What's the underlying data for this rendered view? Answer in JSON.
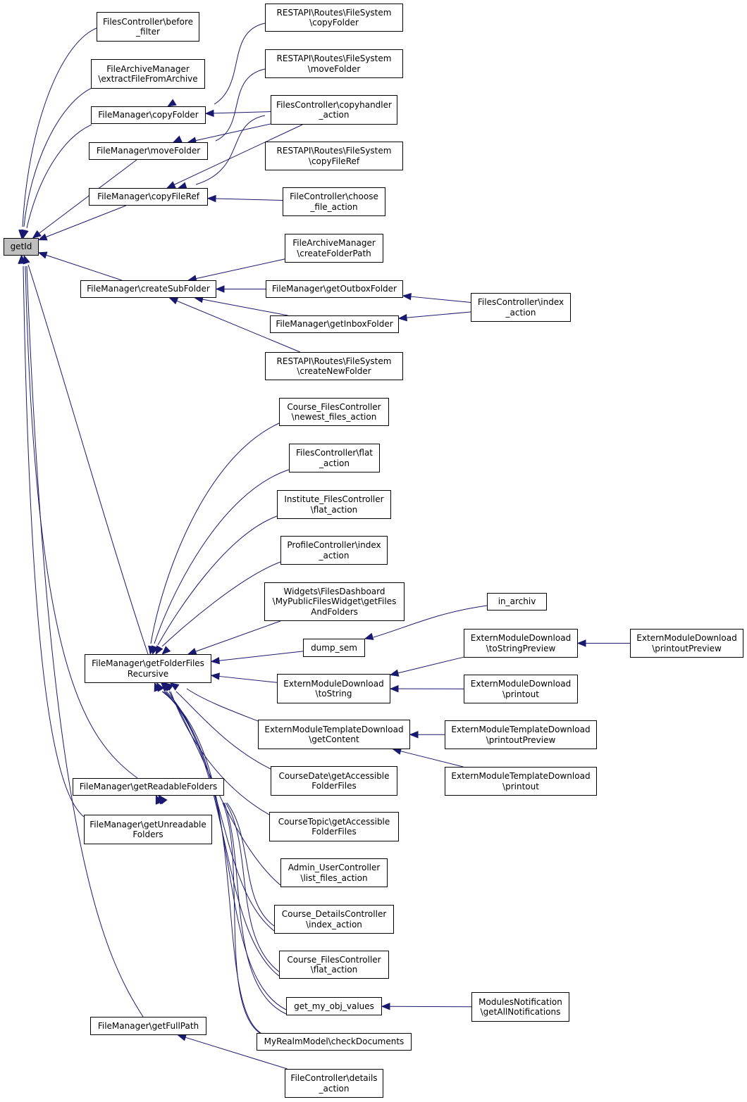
{
  "diagram": {
    "edge_color": "#191970",
    "nodes": [
      {
        "id": "getId",
        "lines": [
          "getId"
        ],
        "root": true
      },
      {
        "id": "fc_before",
        "lines": [
          "FilesController\\before",
          "_filter"
        ]
      },
      {
        "id": "fam_extract",
        "lines": [
          "FileArchiveManager",
          "\\extractFileFromArchive"
        ]
      },
      {
        "id": "fm_copyFolder",
        "lines": [
          "FileManager\\copyFolder"
        ]
      },
      {
        "id": "fm_moveFolder",
        "lines": [
          "FileManager\\moveFolder"
        ]
      },
      {
        "id": "fm_copyFileRef",
        "lines": [
          "FileManager\\copyFileRef"
        ]
      },
      {
        "id": "fm_createSubFolder",
        "lines": [
          "FileManager\\createSubFolder"
        ]
      },
      {
        "id": "fm_getFolderFilesRecursive",
        "lines": [
          "FileManager\\getFolderFiles",
          "Recursive"
        ]
      },
      {
        "id": "fm_getReadableFolders",
        "lines": [
          "FileManager\\getReadableFolders"
        ]
      },
      {
        "id": "fm_getUnreadableFolders",
        "lines": [
          "FileManager\\getUnreadable",
          "Folders"
        ]
      },
      {
        "id": "fm_getFullPath",
        "lines": [
          "FileManager\\getFullPath"
        ]
      },
      {
        "id": "rest_copyFolder",
        "lines": [
          "RESTAPI\\Routes\\FileSystem",
          "\\copyFolder"
        ]
      },
      {
        "id": "rest_moveFolder",
        "lines": [
          "RESTAPI\\Routes\\FileSystem",
          "\\moveFolder"
        ]
      },
      {
        "id": "fc_copyhandler",
        "lines": [
          "FilesController\\copyhandler",
          "_action"
        ]
      },
      {
        "id": "rest_copyFileRef",
        "lines": [
          "RESTAPI\\Routes\\FileSystem",
          "\\copyFileRef"
        ]
      },
      {
        "id": "filec_choose",
        "lines": [
          "FileController\\choose",
          "_file_action"
        ]
      },
      {
        "id": "fam_createFolderPath",
        "lines": [
          "FileArchiveManager",
          "\\createFolderPath"
        ]
      },
      {
        "id": "fm_getOutbox",
        "lines": [
          "FileManager\\getOutboxFolder"
        ]
      },
      {
        "id": "fm_getInbox",
        "lines": [
          "FileManager\\getInboxFolder"
        ]
      },
      {
        "id": "rest_createNewFolder",
        "lines": [
          "RESTAPI\\Routes\\FileSystem",
          "\\createNewFolder"
        ]
      },
      {
        "id": "fc_index",
        "lines": [
          "FilesController\\index",
          "_action"
        ]
      },
      {
        "id": "cfc_newest",
        "lines": [
          "Course_FilesController",
          "\\newest_files_action"
        ]
      },
      {
        "id": "fc_flat",
        "lines": [
          "FilesController\\flat",
          "_action"
        ]
      },
      {
        "id": "ifc_flat",
        "lines": [
          "Institute_FilesController",
          "\\flat_action"
        ]
      },
      {
        "id": "pc_index",
        "lines": [
          "ProfileController\\index",
          "_action"
        ]
      },
      {
        "id": "widgets",
        "lines": [
          "Widgets\\FilesDashboard",
          "\\MyPublicFilesWidget\\getFiles",
          "AndFolders"
        ]
      },
      {
        "id": "dump_sem",
        "lines": [
          "dump_sem"
        ]
      },
      {
        "id": "in_archiv",
        "lines": [
          "in_archiv"
        ]
      },
      {
        "id": "emd_toString",
        "lines": [
          "ExternModuleDownload",
          "\\toString"
        ]
      },
      {
        "id": "emd_toStringPreview",
        "lines": [
          "ExternModuleDownload",
          "\\toStringPreview"
        ]
      },
      {
        "id": "emd_printout",
        "lines": [
          "ExternModuleDownload",
          "\\printout"
        ]
      },
      {
        "id": "emd_printoutPreview",
        "lines": [
          "ExternModuleDownload",
          "\\printoutPreview"
        ]
      },
      {
        "id": "emtd_getContent",
        "lines": [
          "ExternModuleTemplateDownload",
          "\\getContent"
        ]
      },
      {
        "id": "emtd_printoutPreview",
        "lines": [
          "ExternModuleTemplateDownload",
          "\\printoutPreview"
        ]
      },
      {
        "id": "emtd_printout",
        "lines": [
          "ExternModuleTemplateDownload",
          "\\printout"
        ]
      },
      {
        "id": "cd_getAccessible",
        "lines": [
          "CourseDate\\getAccessible",
          "FolderFiles"
        ]
      },
      {
        "id": "ct_getAccessible",
        "lines": [
          "CourseTopic\\getAccessible",
          "FolderFiles"
        ]
      },
      {
        "id": "auc_list",
        "lines": [
          "Admin_UserController",
          "\\list_files_action"
        ]
      },
      {
        "id": "cdc_index",
        "lines": [
          "Course_DetailsController",
          "\\index_action"
        ]
      },
      {
        "id": "cfc_flat",
        "lines": [
          "Course_FilesController",
          "\\flat_action"
        ]
      },
      {
        "id": "get_my_obj",
        "lines": [
          "get_my_obj_values"
        ]
      },
      {
        "id": "mn_getAll",
        "lines": [
          "ModulesNotification",
          "\\getAllNotifications"
        ]
      },
      {
        "id": "mrm_check",
        "lines": [
          "MyRealmModel\\checkDocuments"
        ]
      },
      {
        "id": "filec_details",
        "lines": [
          "FileController\\details",
          "_action"
        ]
      }
    ],
    "edges": [
      [
        "fc_before",
        "getId"
      ],
      [
        "fam_extract",
        "getId"
      ],
      [
        "fm_copyFolder",
        "getId"
      ],
      [
        "fm_moveFolder",
        "getId"
      ],
      [
        "fm_copyFileRef",
        "getId"
      ],
      [
        "fm_createSubFolder",
        "getId"
      ],
      [
        "fm_getFolderFilesRecursive",
        "getId"
      ],
      [
        "fm_getReadableFolders",
        "getId"
      ],
      [
        "fm_getUnreadableFolders",
        "getId"
      ],
      [
        "fm_getFullPath",
        "getId"
      ],
      [
        "rest_copyFolder",
        "fm_copyFolder"
      ],
      [
        "fc_copyhandler",
        "fm_copyFolder"
      ],
      [
        "rest_moveFolder",
        "fm_moveFolder"
      ],
      [
        "fc_copyhandler",
        "fm_moveFolder"
      ],
      [
        "rest_copyFileRef",
        "fm_copyFileRef"
      ],
      [
        "filec_choose",
        "fm_copyFileRef"
      ],
      [
        "fc_copyhandler",
        "fm_copyFileRef"
      ],
      [
        "fam_createFolderPath",
        "fm_createSubFolder"
      ],
      [
        "fm_getOutbox",
        "fm_createSubFolder"
      ],
      [
        "fm_getInbox",
        "fm_createSubFolder"
      ],
      [
        "rest_createNewFolder",
        "fm_createSubFolder"
      ],
      [
        "fc_index",
        "fm_getOutbox"
      ],
      [
        "fc_index",
        "fm_getInbox"
      ],
      [
        "cfc_newest",
        "fm_getFolderFilesRecursive"
      ],
      [
        "fc_flat",
        "fm_getFolderFilesRecursive"
      ],
      [
        "ifc_flat",
        "fm_getFolderFilesRecursive"
      ],
      [
        "pc_index",
        "fm_getFolderFilesRecursive"
      ],
      [
        "widgets",
        "fm_getFolderFilesRecursive"
      ],
      [
        "dump_sem",
        "fm_getFolderFilesRecursive"
      ],
      [
        "emd_toString",
        "fm_getFolderFilesRecursive"
      ],
      [
        "emtd_getContent",
        "fm_getFolderFilesRecursive"
      ],
      [
        "cd_getAccessible",
        "fm_getFolderFilesRecursive"
      ],
      [
        "ct_getAccessible",
        "fm_getFolderFilesRecursive"
      ],
      [
        "auc_list",
        "fm_getFolderFilesRecursive"
      ],
      [
        "cdc_index",
        "fm_getFolderFilesRecursive"
      ],
      [
        "cfc_flat",
        "fm_getFolderFilesRecursive"
      ],
      [
        "get_my_obj",
        "fm_getFolderFilesRecursive"
      ],
      [
        "mrm_check",
        "fm_getFolderFilesRecursive"
      ],
      [
        "in_archiv",
        "dump_sem"
      ],
      [
        "emd_toStringPreview",
        "emd_toString"
      ],
      [
        "emd_printout",
        "emd_toString"
      ],
      [
        "emd_printoutPreview",
        "emd_toStringPreview"
      ],
      [
        "emtd_printoutPreview",
        "emtd_getContent"
      ],
      [
        "emtd_printout",
        "emtd_getContent"
      ],
      [
        "mn_getAll",
        "get_my_obj"
      ],
      [
        "cdc_index",
        "fm_getReadableFolders"
      ],
      [
        "cfc_flat",
        "fm_getReadableFolders"
      ],
      [
        "get_my_obj",
        "fm_getReadableFolders"
      ],
      [
        "mrm_check",
        "fm_getReadableFolders"
      ],
      [
        "filec_details",
        "fm_getFullPath"
      ]
    ]
  }
}
